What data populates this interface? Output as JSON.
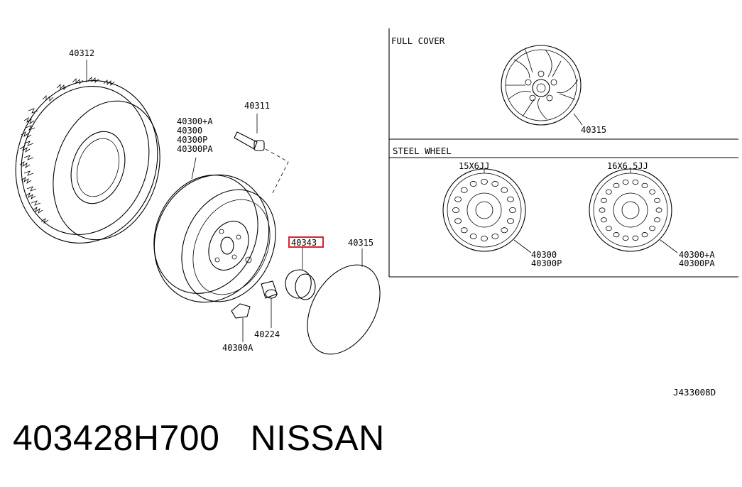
{
  "footer": {
    "part_number": "403428H700",
    "brand": "NISSAN"
  },
  "reference_code": "J433008D",
  "sections": {
    "full_cover": {
      "title": "FULL COVER",
      "part": "40315"
    },
    "steel_wheel": {
      "title": "STEEL WHEEL",
      "wheels": [
        {
          "size": "15X6JJ",
          "parts": [
            "40300",
            "40300P"
          ]
        },
        {
          "size": "16X6.5JJ",
          "parts": [
            "40300+A",
            "40300PA"
          ]
        }
      ]
    }
  },
  "parts": {
    "tire": "40312",
    "valve": "40311",
    "wheel": [
      "40300+A",
      "40300",
      "40300P",
      "40300PA"
    ],
    "nut": "40224",
    "weight": "40300A",
    "hub_cap": "40343",
    "cover": "40315"
  },
  "highlight_color": "#e0202a"
}
